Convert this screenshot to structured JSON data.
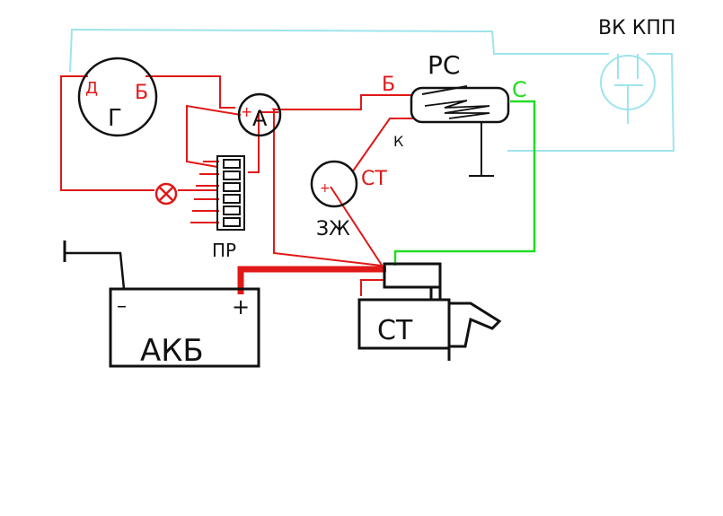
{
  "labels": {
    "generator": "Г",
    "gen_d": "Д",
    "gen_b": "Б",
    "ammeter": "A",
    "ammeter_plus": "+",
    "ammeter_minus": "-",
    "relay": "РС",
    "relay_b": "Б",
    "relay_s": "С",
    "relay_k": "К",
    "ignition_st": "СТ",
    "ignition_plus": "+",
    "ignition_switch": "ЗЖ",
    "fuse_block": "ПР",
    "battery": "АКБ",
    "battery_minus": "–",
    "battery_plus": "+",
    "starter": "СТ",
    "gear_switch": "ВК КПП"
  },
  "colors": {
    "red": "#e01818",
    "green": "#22dd22",
    "cyan": "#9ee4ec",
    "black": "#111111"
  }
}
